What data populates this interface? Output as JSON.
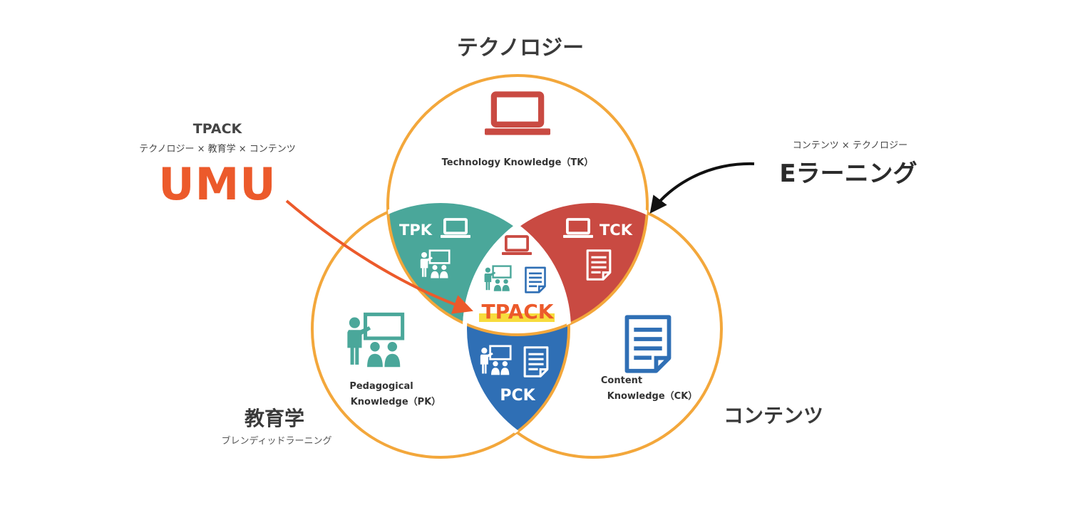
{
  "headings": {
    "technology": "テクノロジー",
    "pedagogy": "教育学",
    "pedagogy_sub": "ブレンディッドラーニング",
    "content": "コンテンツ"
  },
  "left_callout": {
    "title": "TPACK",
    "subtitle": "テクノロジー × 教育学 × コンテンツ",
    "brand": "UMU"
  },
  "right_callout": {
    "subtitle": "コンテンツ × テクノロジー",
    "label": "Eラーニング"
  },
  "regions": {
    "tk": "Technology Knowledge（TK）",
    "pk_line1": "Pedagogical",
    "pk_line2": "Knowledge（PK）",
    "ck_line1": "Content",
    "ck_line2": "Knowledge（CK）",
    "tpk": "TPK",
    "tck": "TCK",
    "pck": "PCK",
    "tpack": "TPACK"
  },
  "icons": [
    "laptop-icon",
    "teacher-icon",
    "document-icon"
  ],
  "colors": {
    "circle_outline": "#f3a73b",
    "tpk": "#4aa79a",
    "tck": "#c94a42",
    "pck": "#2f6fb5",
    "tpack_text": "#ec5a2b",
    "tpack_underline": "#f7dc3d",
    "umu": "#ec5a2b",
    "arrow_left": "#ec5a2b",
    "arrow_right": "#111111",
    "tk_icon": "#c94a42",
    "pk_icon": "#4aa79a",
    "ck_icon": "#2f6fb5"
  }
}
